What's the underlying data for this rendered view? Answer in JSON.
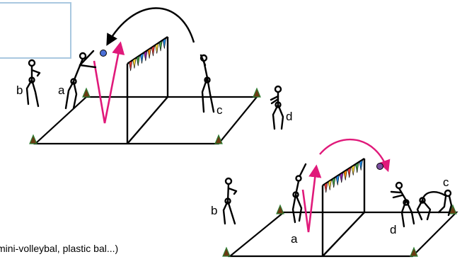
{
  "colors": {
    "ball_path_pass": "#000000",
    "ball_path_hit": "#e0197a",
    "ball": "#4a6fd6",
    "ball_2": "#7a4fa0",
    "cone_fill": "#6b3a12",
    "cone_stroke": "#2e7d32",
    "textbox_border": "#a9c8e0"
  },
  "flags": [
    "#e53935",
    "#fdd835",
    "#43a047",
    "#1e88e5",
    "#8e24aa",
    "#fb8c00"
  ],
  "scene_top": {
    "players": {
      "a": "a",
      "b": "b",
      "c": "c",
      "d": "d"
    }
  },
  "scene_bottom": {
    "players": {
      "a": "a",
      "b": "b",
      "c": "c",
      "d": "d"
    }
  },
  "footnote": "mini-volleybal, plastic bal...)"
}
